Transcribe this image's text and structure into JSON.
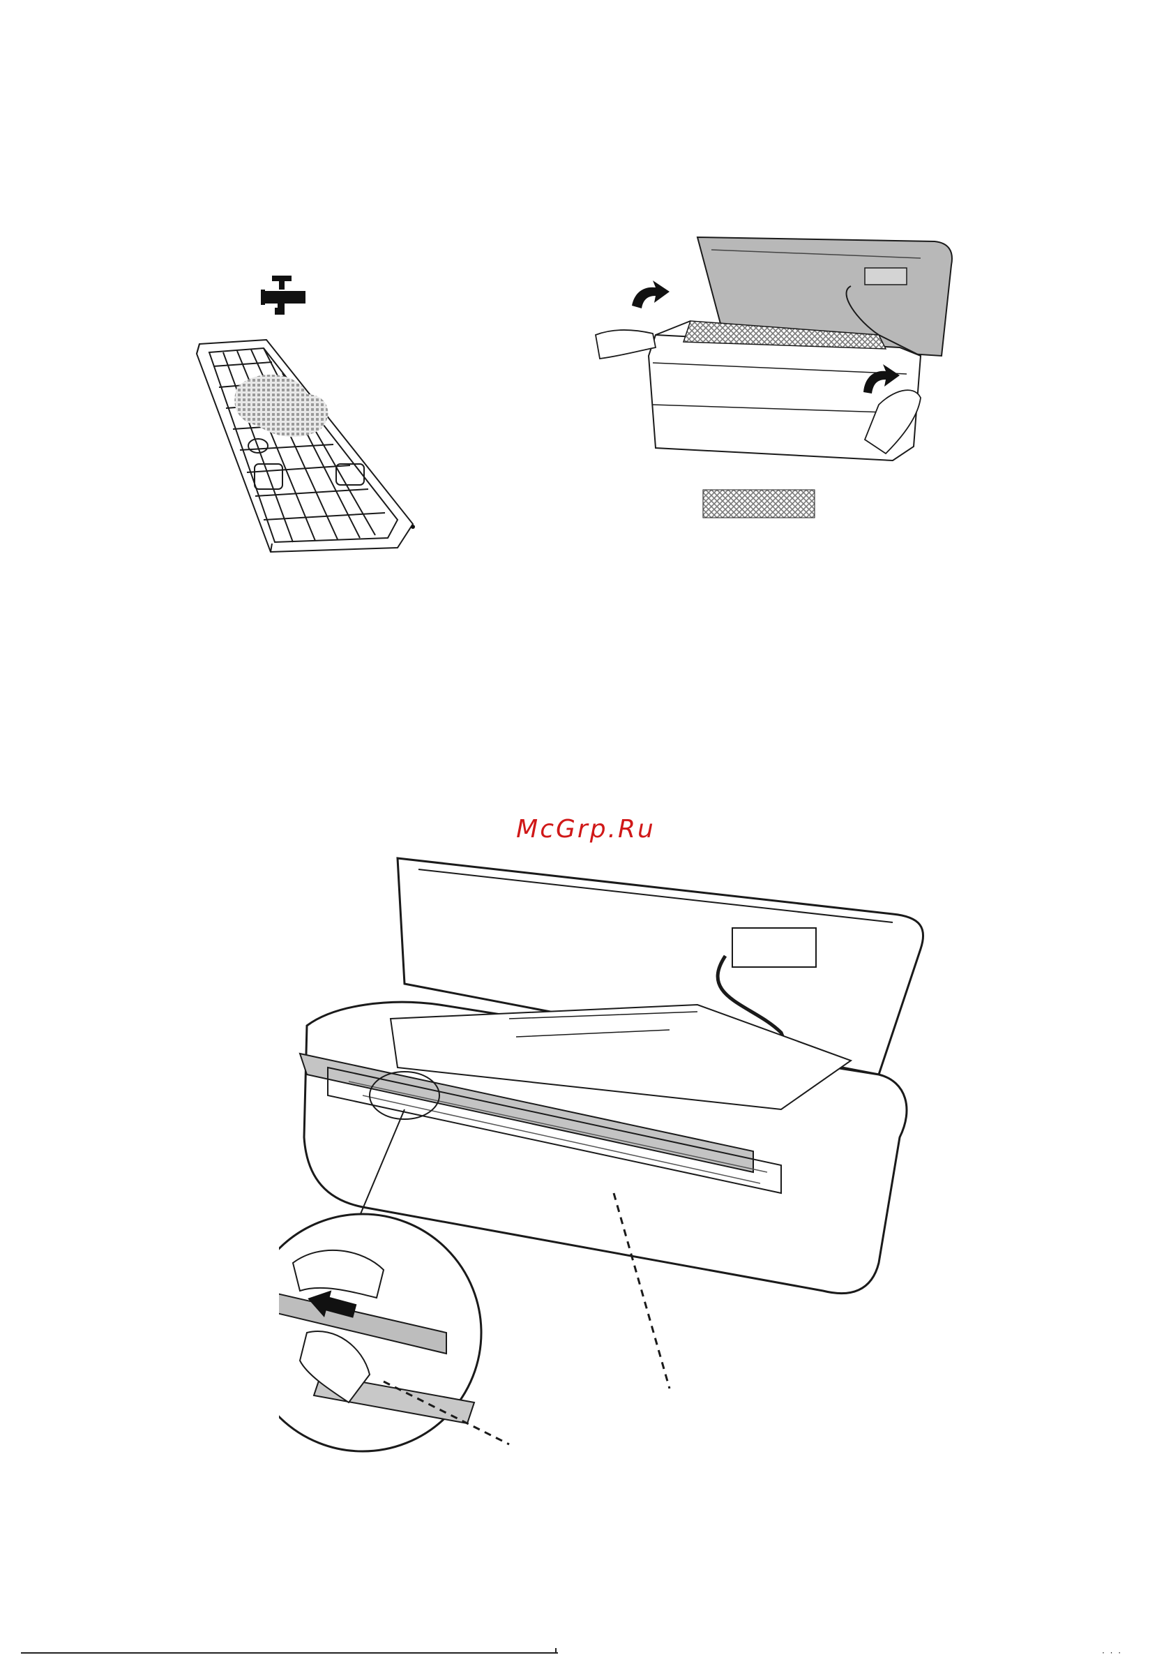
{
  "watermark": "McGrp.Ru",
  "figures": [
    {
      "id": "filter-wash",
      "icons": [
        "water-tap-icon",
        "air-filter-icon"
      ]
    },
    {
      "id": "filter-remove",
      "icons": [
        "lift-arrow-icon",
        "hand-icon",
        "mesh-swatch-icon"
      ]
    },
    {
      "id": "unit-open",
      "icons": [
        "push-arrow-icon",
        "magnifier-callout-icon"
      ]
    }
  ],
  "colors": {
    "watermark": "#d01818",
    "line": "#1a1a1a",
    "panel_fill": "#b8b8b8",
    "mesh": "#9a9a9a"
  },
  "footer": {
    "marks": "· · ·"
  }
}
